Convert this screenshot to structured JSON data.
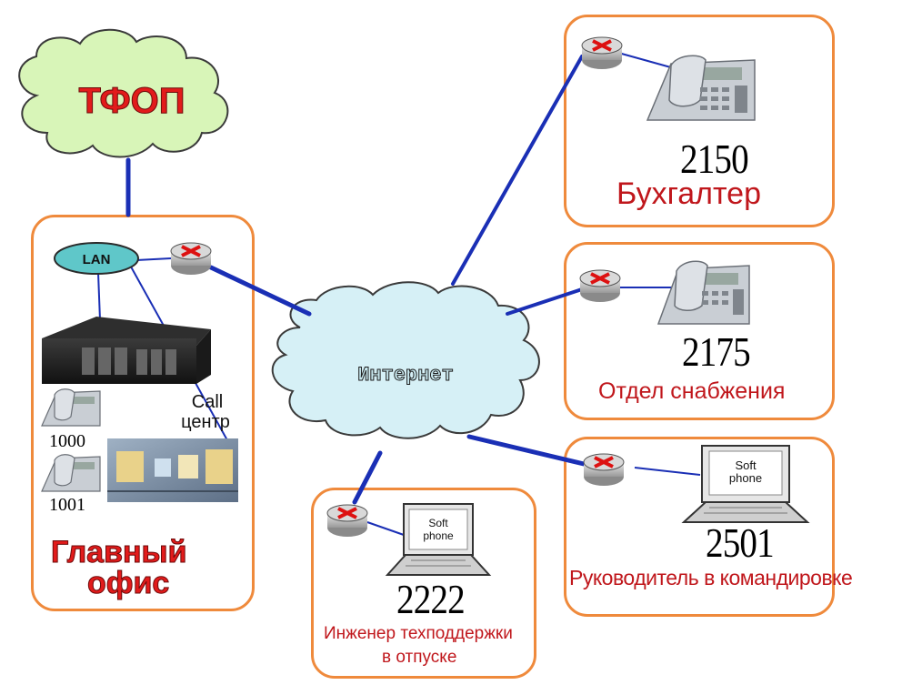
{
  "cloud_pstn": {
    "label": "ТФОП"
  },
  "cloud_internet": {
    "label": "Интернет"
  },
  "main_office": {
    "title_line1": "Главный",
    "title_line2": "офис",
    "lan_label": "LAN",
    "call_center_line1": "Call",
    "call_center_line2": "центр",
    "ext_1": "1000",
    "ext_2": "1001"
  },
  "accountant": {
    "ext": "2150",
    "label": "Бухгалтер"
  },
  "supply": {
    "ext": "2175",
    "label": "Отдел снабжения"
  },
  "manager": {
    "ext": "2501",
    "label": "Руководитель в командировке",
    "softphone_line1": "Soft",
    "softphone_line2": "phone"
  },
  "engineer": {
    "ext": "2222",
    "label_line1": "Инженер техподдержки",
    "label_line2": "в отпуске",
    "softphone_line1": "Soft",
    "softphone_line2": "phone"
  },
  "colors": {
    "box_border": "#ef8a3c",
    "link": "#1a2fb5",
    "cloud_fill": "#d6f0f6",
    "pstn_cloud_fill": "#d8f5b8",
    "label_red": "#c0171c",
    "title_red": "#e21b1b"
  }
}
